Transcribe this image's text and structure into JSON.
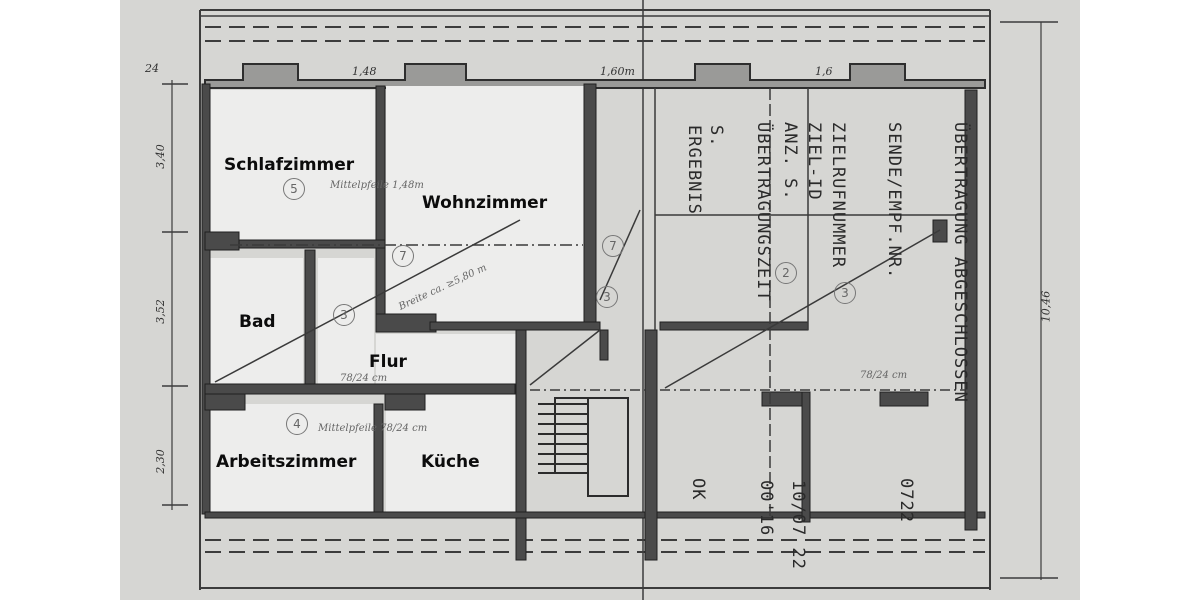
{
  "plan": {
    "background_color": "#d6d6d3",
    "room_fill_color": "#ebebea",
    "wall_color": "#3a3a3a"
  },
  "rooms": [
    {
      "id": "schlafzimmer",
      "label": "Schlafzimmer"
    },
    {
      "id": "wohnzimmer",
      "label": "Wohnzimmer"
    },
    {
      "id": "bad",
      "label": "Bad"
    },
    {
      "id": "flur",
      "label": "Flur"
    },
    {
      "id": "arbeitszimmer",
      "label": "Arbeitszimmer"
    },
    {
      "id": "kueche",
      "label": "Küche"
    }
  ],
  "stamp_text": {
    "col1": [
      "ERGEBNIS",
      "S."
    ],
    "col2": [
      "ÜBERTRAGUNGSZEIT",
      "ANZ. S.",
      "ZIEL-ID",
      "ZIELRUFNUMMER",
      "SENDE/EMPF.NR."
    ],
    "col3": [
      "ÜBERTRAGUNG ABGESCHLOSSEN"
    ],
    "bottom": [
      "OK",
      "00'16",
      "10/07 22",
      "0722"
    ]
  },
  "dimensions": {
    "left": [
      "3,40",
      "3,52",
      "2,30"
    ],
    "right": "10,46",
    "top_marks": [
      "24",
      "1,48",
      "1,60m",
      "1,6"
    ]
  },
  "markers": [
    "5",
    "7",
    "3",
    "4",
    "7",
    "3",
    "2",
    "3"
  ],
  "annotations": {
    "schlafzimmer": "Mittelpfeile 1,48m",
    "wohnzimmer": "Breite ca. ≥5,80 m",
    "flur": "78/24 cm",
    "arbeitszimmer": "Mittelpfeile 78/24 cm",
    "right": "78/24 cm"
  }
}
